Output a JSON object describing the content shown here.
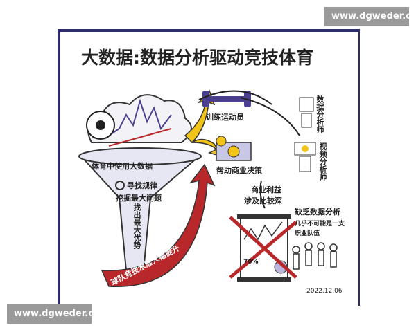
{
  "watermark": {
    "text": "www.dgweder.cn"
  },
  "title": "大数据:数据分析驱动竞技体育",
  "labels": {
    "funnel_top": "体育中使用大数据",
    "find_rules": "寻找规律",
    "dig_problems": "挖掘最大问题",
    "max_advantage": "找出最大优势",
    "arrow_text": "球队竞技水准大幅提升",
    "train": "训练运动员",
    "business": "帮助商业决策",
    "data_analyst": "数据分析师",
    "video_analyst": "视频分析师",
    "commercial": "商业利益",
    "commercial2": "涉及比较深",
    "lack1": "缺乏数据分析",
    "lack2": "几乎不可能是一支",
    "lack3": "职业队伍",
    "percent": "70%",
    "date": "2022.12.06"
  },
  "colors": {
    "frame": "#2e2d6e",
    "arrow": "#b8282a",
    "yellow": "#f2c318",
    "purple": "#4b3f8f",
    "funnel": "#e6e7f2"
  }
}
